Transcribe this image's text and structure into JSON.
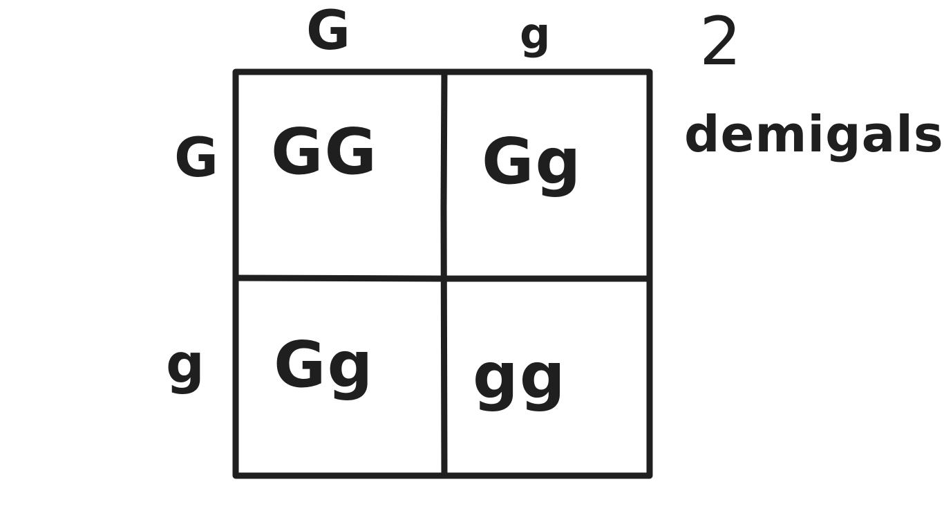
{
  "column_headers": [
    "G",
    "g"
  ],
  "row_headers": [
    "G",
    "g"
  ],
  "cells": [
    [
      "GG",
      "Gg"
    ],
    [
      "Gg",
      "gg"
    ]
  ],
  "note": {
    "count": "2",
    "word": "demigals!"
  },
  "colors": {
    "ink": "#1f1f1f",
    "background": "#ffffff"
  }
}
